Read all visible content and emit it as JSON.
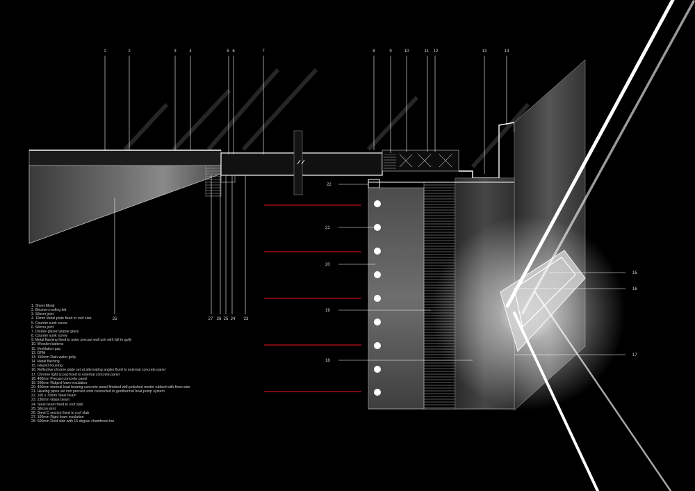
{
  "top_callouts": [
    "1",
    "2",
    "3",
    "4",
    "5",
    "6",
    "7",
    "8",
    "9",
    "10",
    "11",
    "12",
    "13",
    "14"
  ],
  "section_callouts": [
    "22",
    "21",
    "20",
    "19",
    "18"
  ],
  "bottom_callouts": [
    "25",
    "27",
    "26",
    "25",
    "24",
    "23"
  ],
  "right_callouts": [
    "15",
    "16",
    "17"
  ],
  "legend": [
    "1. Sheet Metal",
    "2. Bitumen roofing felt",
    "3. Silicon joint",
    "4. 10mm Metal plate fixed to roof slab",
    "5. Counter sunk screw",
    "6. Silicon joint",
    "7. Double glazed planar glass",
    "8. Counter sunk screw",
    "9. Metal flashing fixed to outer precast wall unit with fall to gully",
    "10. Wooden battens",
    "11. Ventilation gap",
    "12. DPM",
    "13. 150mm Rain water gully",
    "14. Metal flashing",
    "15. Glazed housing",
    "16. Reflective chrome plate set at alternating angles fixed to external concrete panel",
    "17. Chrome light scoop fixed to external concrete panel",
    "18. 400mm Precast concrete panel",
    "19. 200mm Ridged foam insulation",
    "20. 400mm internal load bearing concrete panel finished with polished render rubbed with fines wire",
    "21. Heating pipes set into precast units connected to geothermal heat pump system",
    "22. 100 x 70mm Steel beam",
    "23. 130mm Glass beam",
    "24. Steel beam fixed to roof slab",
    "25. Silicon joint",
    "26. Steel C section fixed to roof slab",
    "27. 100mm Rigid foam insulation",
    "28. 500mm Roof slab with 15 degree chamfered toe"
  ],
  "colors": {
    "background": "#000000",
    "line": "#ffffff",
    "accent": "#c0101a",
    "concrete": "#5a5a5a"
  }
}
